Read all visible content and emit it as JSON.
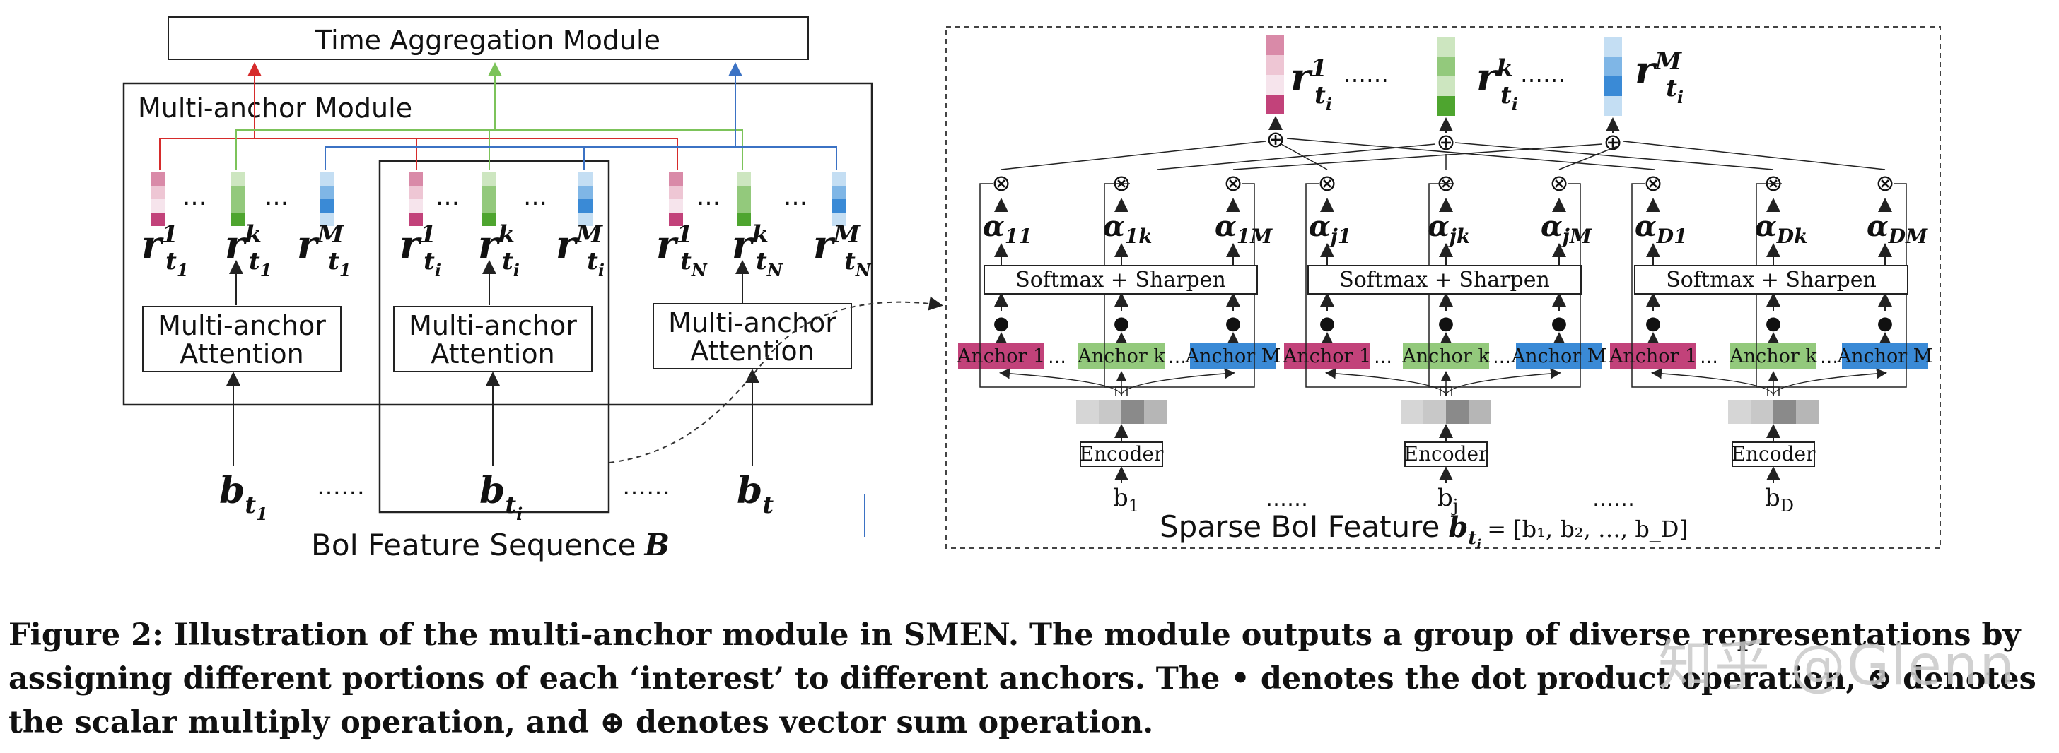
{
  "figure": {
    "left": {
      "time_aggregation_label": "Time Aggregation Module",
      "multi_anchor_module_label": "Multi-anchor Module",
      "attention_line1": "Multi-anchor",
      "attention_line2": "Attention",
      "dots": "…",
      "rep_labels": [
        {
          "base": "r",
          "sup": "1",
          "sub": "t",
          "subsub": "1"
        },
        {
          "base": "r",
          "sup": "k",
          "sub": "t",
          "subsub": "1"
        },
        {
          "base": "r",
          "sup": "M",
          "sub": "t",
          "subsub": "1"
        },
        {
          "base": "r",
          "sup": "1",
          "sub": "t",
          "subsub": "i"
        },
        {
          "base": "r",
          "sup": "k",
          "sub": "t",
          "subsub": "i"
        },
        {
          "base": "r",
          "sup": "M",
          "sub": "t",
          "subsub": "i"
        },
        {
          "base": "r",
          "sup": "1",
          "sub": "t",
          "subsub": "N"
        },
        {
          "base": "r",
          "sup": "k",
          "sub": "t",
          "subsub": "N"
        },
        {
          "base": "r",
          "sup": "M",
          "sub": "t",
          "subsub": "N"
        }
      ],
      "inputs": [
        {
          "base": "b",
          "sub": "t",
          "subsub": "1"
        },
        {
          "base": "b",
          "sub": "t",
          "subsub": "i"
        },
        {
          "base": "b",
          "sub": "t",
          "subsub": ""
        }
      ],
      "input_dots": "……",
      "sequence_label": "BoI Feature Sequence",
      "sequence_symbol": "B"
    },
    "right": {
      "top_reps": [
        {
          "base": "r",
          "sup": "1",
          "sub": "t",
          "subsub": "i"
        },
        {
          "base": "r",
          "sup": "k",
          "sub": "t",
          "subsub": "i"
        },
        {
          "base": "r",
          "sup": "M",
          "sub": "t",
          "subsub": "i"
        }
      ],
      "top_dots": "……",
      "sum_symbol": "⊕",
      "mult_symbol": "⊗",
      "dot_symbol": "●",
      "alphas": [
        {
          "sub": "11"
        },
        {
          "sub": "1k"
        },
        {
          "sub": "1M"
        },
        {
          "sub": "j1"
        },
        {
          "sub": "jk"
        },
        {
          "sub": "jM"
        },
        {
          "sub": "D1"
        },
        {
          "sub": "Dk"
        },
        {
          "sub": "DM"
        }
      ],
      "alpha_symbol": "α",
      "softmax_label": "Softmax + Sharpen",
      "anchor_labels": [
        "Anchor 1",
        "Anchor k",
        "Anchor M"
      ],
      "encoder_label": "Encoder",
      "b_inputs": [
        {
          "base": "b",
          "sub": "1"
        },
        {
          "base": "b",
          "sub": "j"
        },
        {
          "base": "b",
          "sub": "D"
        }
      ],
      "bottom_dots": "……",
      "sparse_label": "Sparse BoI Feature",
      "sparse_formula": "= [b₁, b₂, …, b_D]",
      "sparse_symbol": {
        "base": "b",
        "sub": "t",
        "subsub": "i"
      }
    },
    "colors": {
      "pink": "#c2427a",
      "pink_mid": "#d98aa8",
      "pink_light": "#eec6d4",
      "green": "#4ea52f",
      "green_mid": "#93c97c",
      "green_light": "#cde6c0",
      "blue": "#3a8ad6",
      "blue_mid": "#7fb6e6",
      "blue_light": "#c4def3",
      "red_arrow": "#d62b2b",
      "green_arrow": "#7cc35a",
      "blue_arrow": "#3b72c4"
    }
  },
  "caption": {
    "text": "Figure 2: Illustration of the multi-anchor module in SMEN. The module outputs a group of diverse representations by assigning different portions of each ‘interest’ to different anchors. The • denotes the dot product operation, ⊗ denotes the scalar multiply operation, and ⊕ denotes vector sum operation."
  },
  "watermark": "知乎 @Glenn"
}
